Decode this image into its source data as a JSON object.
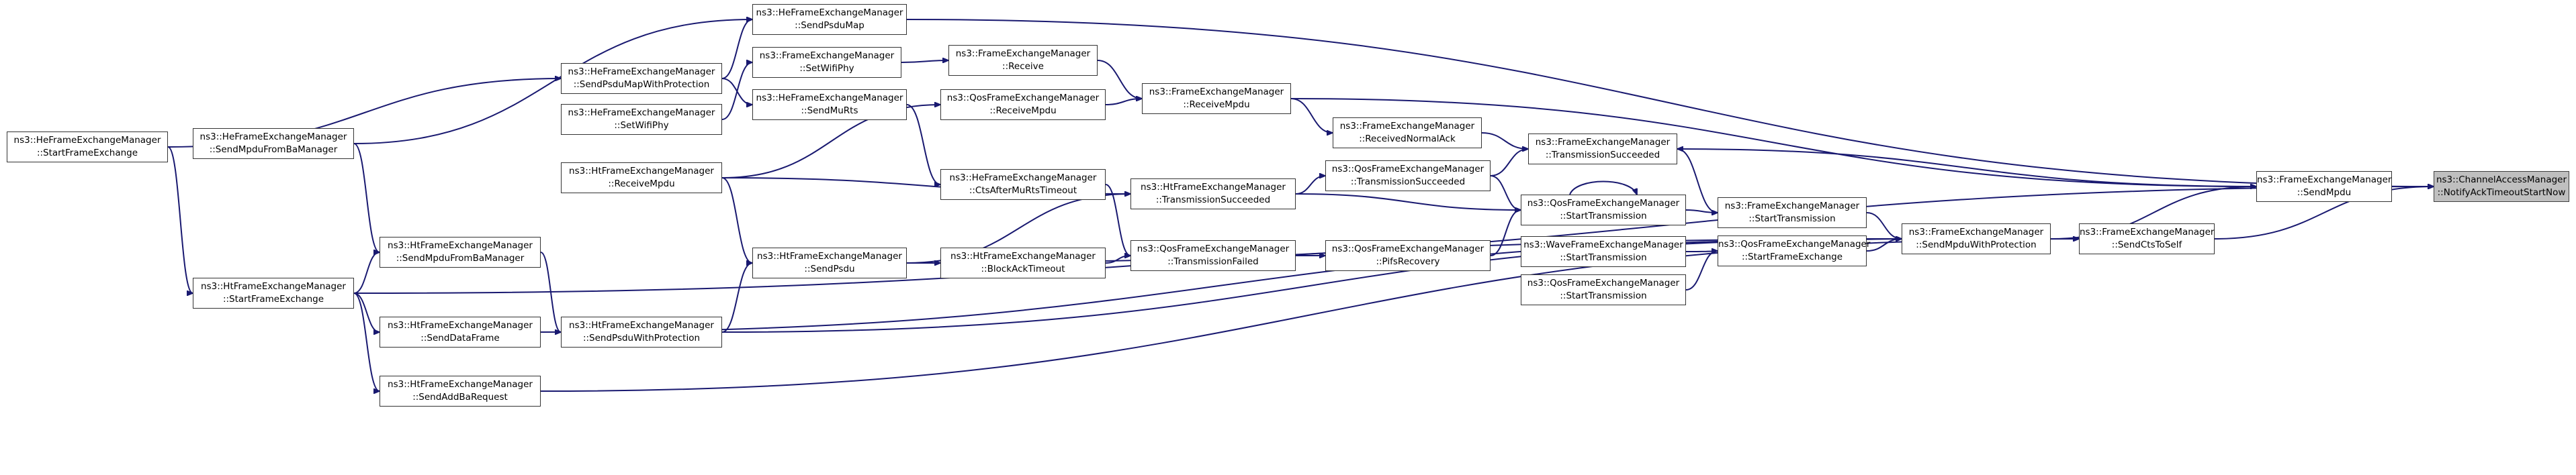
{
  "graph": {
    "colors": {
      "edge": "#191970",
      "node_border": "#333333",
      "root_fill": "#bfbfbf",
      "background": "#ffffff"
    },
    "nodes": [
      {
        "id": "root",
        "line1": "ns3::ChannelAccessManager",
        "line2": "::NotifyAckTimeoutStartNow",
        "root": true
      },
      {
        "id": "fem_sendmpdu",
        "line1": "ns3::FrameExchangeManager",
        "line2": "::SendMpdu"
      },
      {
        "id": "fem_sendctstoself",
        "line1": "ns3::FrameExchangeManager",
        "line2": "::SendCtsToSelf"
      },
      {
        "id": "fem_sendmpduwithprot",
        "line1": "ns3::FrameExchangeManager",
        "line2": "::SendMpduWithProtection"
      },
      {
        "id": "fem_starttransmission",
        "line1": "ns3::FrameExchangeManager",
        "line2": "::StartTransmission"
      },
      {
        "id": "qfem_startframeexchange",
        "line1": "ns3::QosFrameExchangeManager",
        "line2": "::StartFrameExchange"
      },
      {
        "id": "wfem_starttransmission",
        "line1": "ns3::WaveFrameExchangeManager",
        "line2": "::StartTransmission"
      },
      {
        "id": "qfem_starttransmission_b",
        "line1": "ns3::QosFrameExchangeManager",
        "line2": "::StartTransmission"
      },
      {
        "id": "qfem_starttransmission",
        "line1": "ns3::QosFrameExchangeManager",
        "line2": "::StartTransmission"
      },
      {
        "id": "fem_transmissionsucceeded",
        "line1": "ns3::FrameExchangeManager",
        "line2": "::TransmissionSucceeded"
      },
      {
        "id": "qfem_pifsrecovery",
        "line1": "ns3::QosFrameExchangeManager",
        "line2": "::PifsRecovery"
      },
      {
        "id": "qfem_transmissionsucceeded",
        "line1": "ns3::QosFrameExchangeManager",
        "line2": "::TransmissionSucceeded"
      },
      {
        "id": "fem_receivednormalack",
        "line1": "ns3::FrameExchangeManager",
        "line2": "::ReceivedNormalAck"
      },
      {
        "id": "fem_receivempdu",
        "line1": "ns3::FrameExchangeManager",
        "line2": "::ReceiveMpdu"
      },
      {
        "id": "qfem_transmissionfailed",
        "line1": "ns3::QosFrameExchangeManager",
        "line2": "::TransmissionFailed"
      },
      {
        "id": "htfem_transmissionsucceeded",
        "line1": "ns3::HtFrameExchangeManager",
        "line2": "::TransmissionSucceeded"
      },
      {
        "id": "fem_receive",
        "line1": "ns3::FrameExchangeManager",
        "line2": "::Receive"
      },
      {
        "id": "qfem_receivempdu",
        "line1": "ns3::QosFrameExchangeManager",
        "line2": "::ReceiveMpdu"
      },
      {
        "id": "hefem_sendpsdumap",
        "line1": "ns3::HeFrameExchangeManager",
        "line2": "::SendPsduMap"
      },
      {
        "id": "fem_setwifiphy",
        "line1": "ns3::FrameExchangeManager",
        "line2": "::SetWifiPhy"
      },
      {
        "id": "hefem_sendmurts",
        "line1": "ns3::HeFrameExchangeManager",
        "line2": "::SendMuRts"
      },
      {
        "id": "hefem_ctsaftermurtstimeout",
        "line1": "ns3::HeFrameExchangeManager",
        "line2": "::CtsAfterMuRtsTimeout"
      },
      {
        "id": "htfem_blockacktimeout",
        "line1": "ns3::HtFrameExchangeManager",
        "line2": "::BlockAckTimeout"
      },
      {
        "id": "htfem_sendpsdu",
        "line1": "ns3::HtFrameExchangeManager",
        "line2": "::SendPsdu"
      },
      {
        "id": "hefem_sendpsdumapwithprot",
        "line1": "ns3::HeFrameExchangeManager",
        "line2": "::SendPsduMapWithProtection"
      },
      {
        "id": "hefem_setwifiphy",
        "line1": "ns3::HeFrameExchangeManager",
        "line2": "::SetWifiPhy"
      },
      {
        "id": "htfem_receivempdu",
        "line1": "ns3::HtFrameExchangeManager",
        "line2": "::ReceiveMpdu"
      },
      {
        "id": "htfem_sendpsduwithprot",
        "line1": "ns3::HtFrameExchangeManager",
        "line2": "::SendPsduWithProtection"
      },
      {
        "id": "htfem_sendmpdufrombamanager",
        "line1": "ns3::HtFrameExchangeManager",
        "line2": "::SendMpduFromBaManager"
      },
      {
        "id": "htfem_senddataframe",
        "line1": "ns3::HtFrameExchangeManager",
        "line2": "::SendDataFrame"
      },
      {
        "id": "htfem_sendaddbarequest",
        "line1": "ns3::HtFrameExchangeManager",
        "line2": "::SendAddBaRequest"
      },
      {
        "id": "hefem_sendmpdufrombamanager",
        "line1": "ns3::HeFrameExchangeManager",
        "line2": "::SendMpduFromBaManager"
      },
      {
        "id": "hefem_startframeexchange",
        "line1": "ns3::HeFrameExchangeManager",
        "line2": "::StartFrameExchange"
      },
      {
        "id": "htfem_startframeexchange",
        "line1": "ns3::HtFrameExchangeManager",
        "line2": "::StartFrameExchange"
      }
    ],
    "edges": [
      {
        "from": "fem_sendmpdu",
        "to": "root"
      },
      {
        "from": "fem_sendctstoself",
        "to": "root"
      },
      {
        "from": "hefem_sendpsdumap",
        "to": "root"
      },
      {
        "from": "htfem_sendpsdu",
        "to": "root"
      },
      {
        "from": "fem_sendmpduwithprot",
        "to": "fem_sendmpdu"
      },
      {
        "from": "fem_receivempdu",
        "to": "fem_sendmpdu"
      },
      {
        "from": "fem_sendmpdu",
        "to": "fem_transmissionsucceeded"
      },
      {
        "from": "fem_sendmpduwithprot",
        "to": "fem_sendctstoself"
      },
      {
        "from": "htfem_sendaddbarequest",
        "to": "fem_sendctstoself"
      },
      {
        "from": "fem_starttransmission",
        "to": "fem_sendmpduwithprot"
      },
      {
        "from": "wfem_starttransmission",
        "to": "fem_sendmpduwithprot"
      },
      {
        "from": "qfem_startframeexchange",
        "to": "fem_sendmpduwithprot"
      },
      {
        "from": "htfem_startframeexchange",
        "to": "fem_sendmpduwithprot"
      },
      {
        "from": "htfem_senddataframe",
        "to": "fem_sendmpduwithprot"
      },
      {
        "from": "htfem_sendpsduwithprot",
        "to": "fem_sendmpduwithprot"
      },
      {
        "from": "fem_transmissionsucceeded",
        "to": "fem_starttransmission"
      },
      {
        "from": "qfem_starttransmission",
        "to": "fem_starttransmission"
      },
      {
        "from": "qfem_starttransmission_b",
        "to": "qfem_startframeexchange"
      },
      {
        "from": "qfem_starttransmission",
        "to": "qfem_starttransmission"
      },
      {
        "from": "qfem_transmissionsucceeded",
        "to": "qfem_starttransmission"
      },
      {
        "from": "htfem_transmissionsucceeded",
        "to": "qfem_starttransmission"
      },
      {
        "from": "qfem_pifsrecovery",
        "to": "qfem_starttransmission"
      },
      {
        "from": "fem_receivednormalack",
        "to": "fem_transmissionsucceeded"
      },
      {
        "from": "qfem_transmissionsucceeded",
        "to": "fem_transmissionsucceeded"
      },
      {
        "from": "fem_receivempdu",
        "to": "fem_receivednormalack"
      },
      {
        "from": "htfem_transmissionsucceeded",
        "to": "qfem_transmissionsucceeded"
      },
      {
        "from": "qfem_transmissionfailed",
        "to": "qfem_pifsrecovery"
      },
      {
        "from": "fem_receive",
        "to": "fem_receivempdu"
      },
      {
        "from": "qfem_receivempdu",
        "to": "fem_receivempdu"
      },
      {
        "from": "htfem_receivempdu",
        "to": "htfem_transmissionsucceeded"
      },
      {
        "from": "htfem_sendpsdu",
        "to": "htfem_transmissionsucceeded"
      },
      {
        "from": "hefem_ctsaftermurtstimeout",
        "to": "qfem_transmissionfailed"
      },
      {
        "from": "htfem_blockacktimeout",
        "to": "qfem_transmissionfailed"
      },
      {
        "from": "fem_setwifiphy",
        "to": "fem_receive"
      },
      {
        "from": "htfem_receivempdu",
        "to": "qfem_receivempdu"
      },
      {
        "from": "hefem_sendpsdumapwithprot",
        "to": "hefem_sendpsdumap"
      },
      {
        "from": "hefem_setwifiphy",
        "to": "fem_setwifiphy"
      },
      {
        "from": "hefem_sendmurts",
        "to": "hefem_ctsaftermurtstimeout"
      },
      {
        "from": "htfem_sendpsdu",
        "to": "htfem_blockacktimeout"
      },
      {
        "from": "htfem_sendpsduwithprot",
        "to": "htfem_sendpsdu"
      },
      {
        "from": "htfem_receivempdu",
        "to": "htfem_sendpsdu"
      },
      {
        "from": "hefem_startframeexchange",
        "to": "hefem_sendpsdumapwithprot"
      },
      {
        "from": "hefem_sendmpdufrombamanager",
        "to": "hefem_sendpsdumap"
      },
      {
        "from": "hefem_sendpsdumapwithprot",
        "to": "hefem_sendmurts"
      },
      {
        "from": "htfem_sendmpdufrombamanager",
        "to": "htfem_sendpsduwithprot"
      },
      {
        "from": "htfem_startframeexchange",
        "to": "htfem_sendmpdufrombamanager"
      },
      {
        "from": "htfem_startframeexchange",
        "to": "htfem_senddataframe"
      },
      {
        "from": "htfem_startframeexchange",
        "to": "htfem_sendaddbarequest"
      },
      {
        "from": "hefem_startframeexchange",
        "to": "htfem_startframeexchange"
      },
      {
        "from": "hefem_sendmpdufrombamanager",
        "to": "htfem_sendmpdufrombamanager"
      }
    ]
  }
}
